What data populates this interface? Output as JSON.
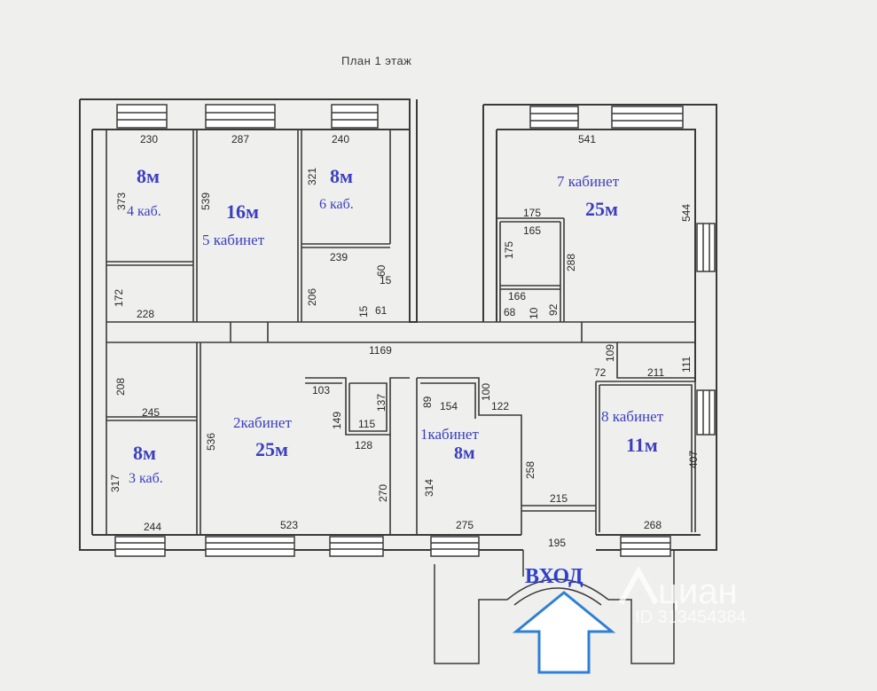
{
  "title": "План 1 этаж",
  "rooms": [
    {
      "id": "r4",
      "area": "8м",
      "name": "4 каб."
    },
    {
      "id": "r5",
      "area": "16м",
      "name": "5 кабинет"
    },
    {
      "id": "r6",
      "area": "8м",
      "name": "6 каб."
    },
    {
      "id": "r7",
      "name": "7 кабинет",
      "area": "25м"
    },
    {
      "id": "r3",
      "area": "8м",
      "name": "3 каб."
    },
    {
      "id": "r2",
      "name": "2кабинет",
      "area": "25м"
    },
    {
      "id": "r1",
      "name": "1кабинет",
      "area": "8м"
    },
    {
      "id": "r8",
      "name": "8 кабинет",
      "area": "11м"
    }
  ],
  "dimensions": [
    "230",
    "287",
    "240",
    "541",
    "373",
    "539",
    "321",
    "544",
    "175",
    "165",
    "175",
    "288",
    "239",
    "60",
    "15",
    "206",
    "15",
    "61",
    "166",
    "68",
    "10",
    "92",
    "172",
    "228",
    "1169",
    "109",
    "72",
    "211",
    "111",
    "208",
    "103",
    "137",
    "149",
    "115",
    "89",
    "154",
    "100",
    "122",
    "245",
    "536",
    "128",
    "258",
    "317",
    "270",
    "314",
    "407",
    "244",
    "523",
    "275",
    "215",
    "268",
    "195"
  ],
  "entrance": {
    "label": "ВХОД"
  },
  "watermark": {
    "brand": "циан",
    "id": "ID 313454384"
  }
}
